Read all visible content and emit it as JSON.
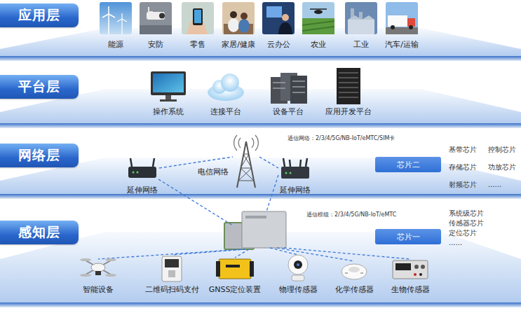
{
  "diagram": {
    "nodes": [
      {
        "text": [
          "应用层"
        ]
      },
      {
        "text": [
          "能源"
        ],
        "in": 0
      },
      {
        "text": [
          "安防"
        ],
        "in": 0
      },
      {
        "text": [
          "零售"
        ],
        "in": 0
      },
      {
        "text": [
          "家居/健康"
        ],
        "in": 0
      },
      {
        "text": [
          "云办公"
        ],
        "in": 0
      },
      {
        "text": [
          "农业"
        ],
        "in": 0
      },
      {
        "text": [
          "工业"
        ],
        "in": 0
      },
      {
        "text": [
          "汽车/运输"
        ],
        "in": 0
      },
      {
        "text": [
          "平台层"
        ]
      },
      {
        "text": [
          "操作系统"
        ],
        "in": 9
      },
      {
        "text": [
          "连接平台"
        ],
        "in": 9
      },
      {
        "text": [
          "设备平台"
        ],
        "in": 9
      },
      {
        "text": [
          "应用开发平台"
        ],
        "in": 9
      },
      {
        "text": [
          "网络层"
        ]
      },
      {
        "text": [
          "延伸网络"
        ],
        "in": 14
      },
      {
        "text": [
          "电信网络"
        ],
        "in": 14
      },
      {
        "text": [
          "延伸网络"
        ],
        "in": 14
      },
      {
        "text": [
          "芯片二"
        ],
        "in": 14
      },
      {
        "text": [
          "感知层"
        ]
      },
      {
        "text": [
          "芯片一"
        ],
        "in": 19
      },
      {
        "text": [
          "智能设备"
        ],
        "in": 19
      },
      {
        "text": [
          "二维码扫码支付"
        ],
        "in": 19
      },
      {
        "text": [
          "GNSS定位装置"
        ],
        "in": 19
      },
      {
        "text": [
          "物理传感器"
        ],
        "in": 19
      },
      {
        "text": [
          "化学传感器"
        ],
        "in": 19
      },
      {
        "text": [
          "生物传感器"
        ],
        "in": 19
      }
    ],
    "edges": [
      {
        "from": 15,
        "to": 16,
        "arrow": "none"
      },
      {
        "from": 16,
        "to": 17,
        "arrow": "none"
      }
    ],
    "labels": [
      "通信网络：2/3/4/5G/NB-IoT/eMTC/SIM卡",
      "基带芯片",
      "控制芯片",
      "存储芯片",
      "功放芯片",
      "射频芯片",
      "......",
      "通信模组：2/3/4/5G/NB-IoT/eMTC",
      "系统级芯片",
      "传感器芯片",
      "定位芯片",
      "......"
    ]
  }
}
